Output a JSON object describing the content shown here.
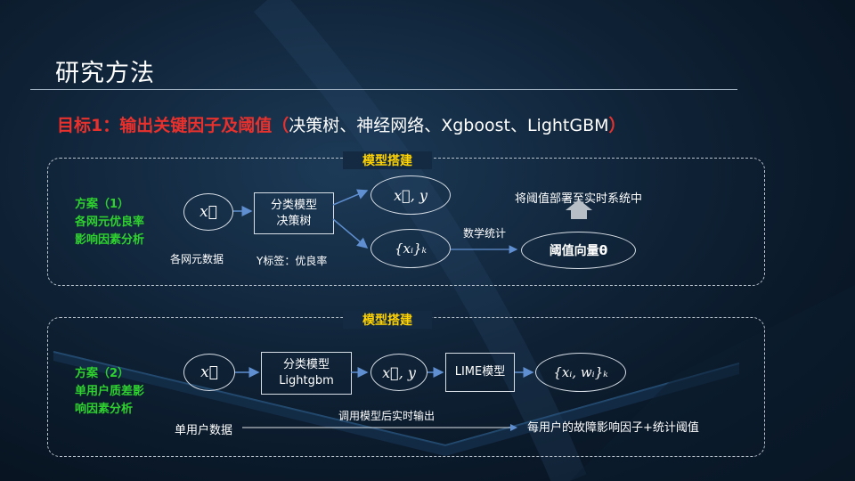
{
  "slide": {
    "title": "研究方法",
    "goal_red": "目标1：输出关键因子及阈值（",
    "goal_white": "决策树、神经网络、Xgboost、LightGBM",
    "goal_red_close": "）"
  },
  "panel1": {
    "title": "模型搭建",
    "scheme_lines": [
      "方案（1）",
      "各网元优良率",
      "影响因素分析"
    ],
    "input_node": "x⃗",
    "input_label": "各网元数据",
    "model_line1": "分类模型",
    "model_line2": "决策树",
    "y_label": "Y标签：优良率",
    "out_top": "x⃗, y",
    "out_bottom": "{xᵢ}ₖ",
    "stat_label": "数学统计",
    "threshold_text": "阈值向量θ",
    "deploy_text": "将阈值部署至实时系统中"
  },
  "panel2": {
    "title": "模型搭建",
    "scheme_lines": [
      "方案（2）",
      "单用户质差影",
      "响因素分析"
    ],
    "input_node": "x⃗",
    "model_line1": "分类模型",
    "model_line2": "Lightgbm",
    "mid_node": "x⃗, y",
    "lime_label": "LIME模型",
    "out_node": "{xᵢ, wᵢ}ₖ",
    "user_data_label": "单用户数据",
    "call_label": "调用模型后实时输出",
    "result_label": "每用户的故障影响因子+统计阈值"
  }
}
